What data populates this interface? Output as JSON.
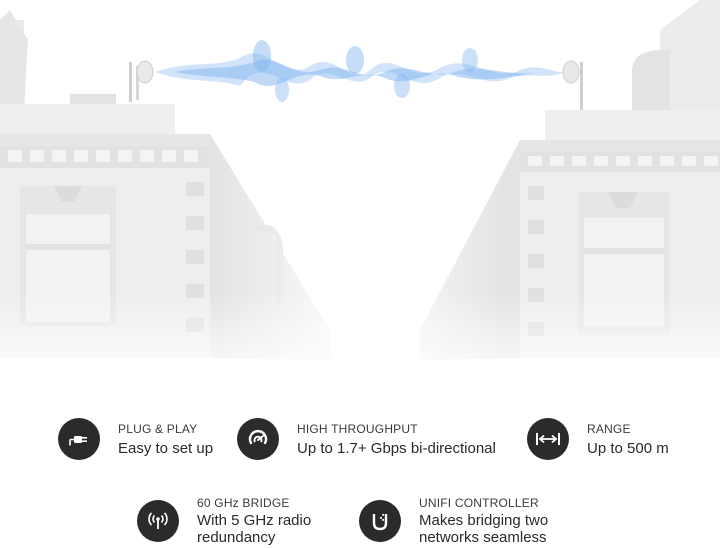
{
  "scene": {
    "description_icon": "building-bridge-illustration",
    "wave_color": "#7fb3f0"
  },
  "features": [
    {
      "icon": "plug-icon",
      "title": "PLUG & PLAY",
      "desc": "Easy to set up"
    },
    {
      "icon": "throughput-gauge-icon",
      "title": "HIGH THROUGHPUT",
      "desc": "Up to 1.7+ Gbps bi-directional"
    },
    {
      "icon": "range-arrows-icon",
      "title": "RANGE",
      "desc": "Up to 500 m"
    },
    {
      "icon": "antenna-signal-icon",
      "title": "60 GHz BRIDGE",
      "desc": "With 5 GHz radio\nredundancy"
    },
    {
      "icon": "unifi-logo-icon",
      "title": "UNIFI CONTROLLER",
      "desc": "Makes bridging two\nnetworks seamless"
    }
  ]
}
